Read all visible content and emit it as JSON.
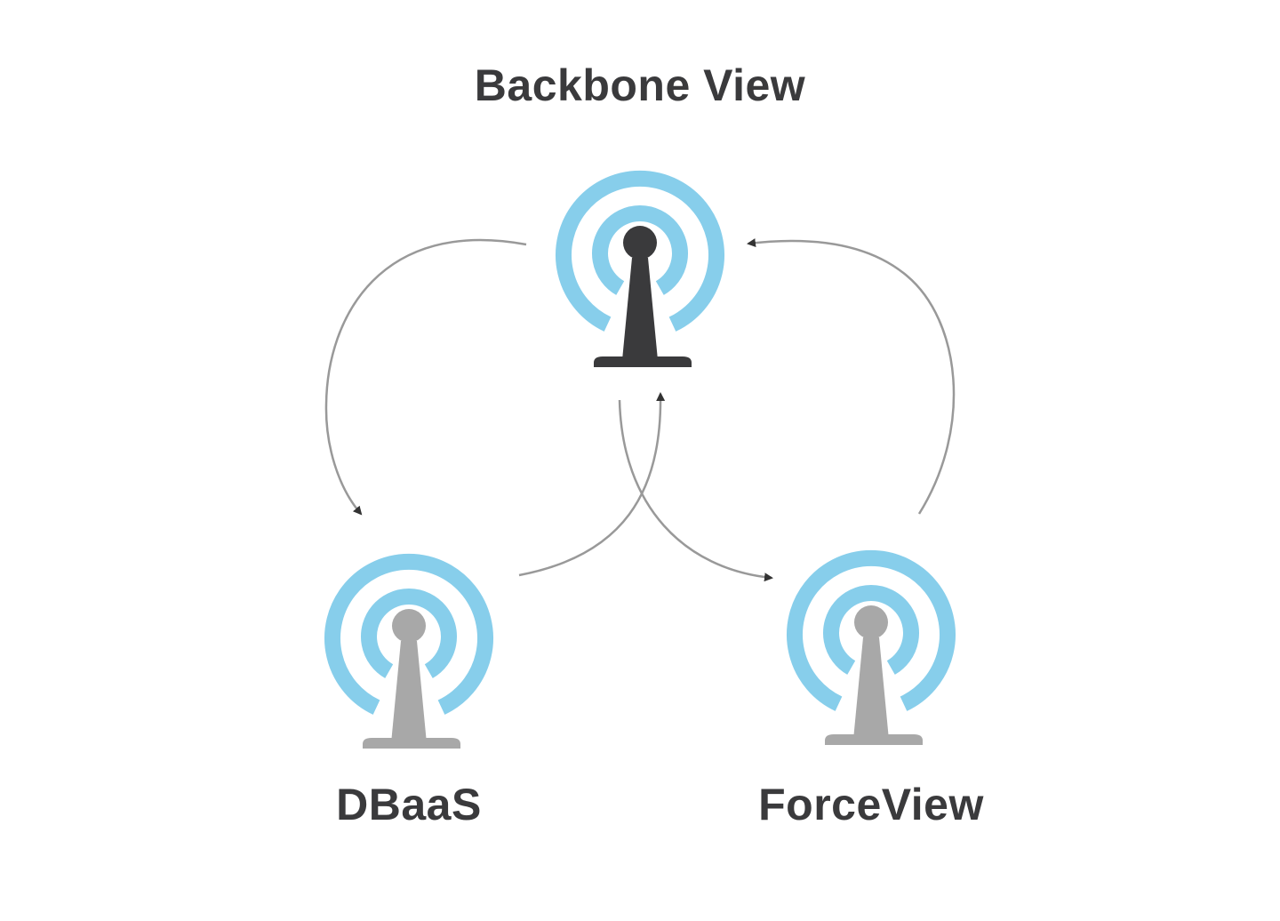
{
  "colors": {
    "background": "#ffffff",
    "signal_rings": "#87CEEB",
    "primary_tower": "#3a3a3c",
    "secondary_tower": "#a8a8a8",
    "arrows": "#999999",
    "arrowheads": "#333333",
    "label_text": "#3a3a3c"
  },
  "nodes": {
    "backbone": {
      "label": "Backbone View",
      "icon": "radio-tower-icon",
      "tower_color": "#3a3a3c"
    },
    "dbaas": {
      "label": "DBaaS",
      "icon": "radio-tower-icon",
      "tower_color": "#a8a8a8"
    },
    "forceview": {
      "label": "ForceView",
      "icon": "radio-tower-icon",
      "tower_color": "#a8a8a8"
    }
  },
  "edges": [
    {
      "from": "backbone",
      "to": "dbaas"
    },
    {
      "from": "dbaas",
      "to": "backbone"
    },
    {
      "from": "backbone",
      "to": "forceview"
    },
    {
      "from": "forceview",
      "to": "backbone"
    }
  ]
}
